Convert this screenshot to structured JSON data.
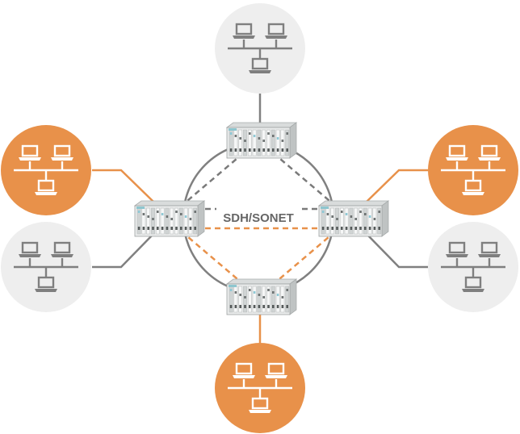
{
  "diagram": {
    "ring_label": "SDH/SONET",
    "colors": {
      "orange": "#e8914a",
      "gray_fill": "#eeeeee",
      "gray_icon": "#7f7f7f",
      "line_gray": "#808080",
      "line_orange": "#e8914a",
      "dash_gray": "#7a7a7a",
      "dash_orange": "#e8914a",
      "label": "#666666"
    },
    "nodes": [
      {
        "id": "node-top",
        "label": ""
      },
      {
        "id": "node-left",
        "label": ""
      },
      {
        "id": "node-right",
        "label": ""
      },
      {
        "id": "node-bottom",
        "label": ""
      }
    ],
    "lans": [
      {
        "id": "lan-top",
        "style": "gray",
        "attached_to": "node-top"
      },
      {
        "id": "lan-left-top",
        "style": "orange",
        "attached_to": "node-left"
      },
      {
        "id": "lan-left-bottom",
        "style": "gray",
        "attached_to": "node-left"
      },
      {
        "id": "lan-right-top",
        "style": "orange",
        "attached_to": "node-right"
      },
      {
        "id": "lan-right-bottom",
        "style": "gray",
        "attached_to": "node-right"
      },
      {
        "id": "lan-bottom",
        "style": "orange",
        "attached_to": "node-bottom"
      }
    ],
    "ring_links": [
      {
        "from": "node-top",
        "to": "node-left",
        "style": "dashed-gray"
      },
      {
        "from": "node-top",
        "to": "node-right",
        "style": "dashed-gray"
      },
      {
        "from": "node-left",
        "to": "node-right",
        "style": "dashed-gray"
      },
      {
        "from": "node-left",
        "to": "node-right",
        "style": "dashed-orange"
      },
      {
        "from": "node-left",
        "to": "node-bottom",
        "style": "dashed-orange"
      },
      {
        "from": "node-right",
        "to": "node-bottom",
        "style": "dashed-orange"
      }
    ]
  }
}
